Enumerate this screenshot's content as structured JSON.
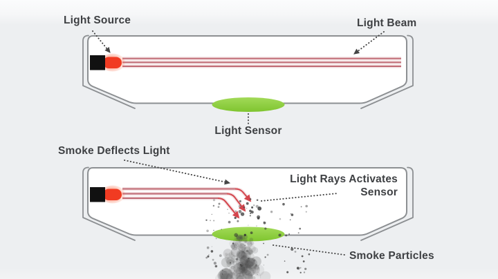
{
  "figure": "smoke-detector-photoelectric-principle",
  "colors": {
    "background": "#edeff1",
    "chamber_fill": "#ffffff",
    "chamber_outline": "#8c8f92",
    "light_beam": "#c06a74",
    "beam_halo": "#f0d9db",
    "deflected_ray": "#d4454d",
    "led_body": "#111111",
    "led_bulb": "#f13b22",
    "led_glow": "#ff5430",
    "sensor_green": "#8bcd3a",
    "label_text": "#3e4043",
    "leader": "#454545",
    "smoke": "#4a4a4a"
  },
  "panels": {
    "top": {
      "labels": {
        "light_source": "Light Source",
        "light_beam": "Light Beam",
        "light_sensor": "Light Sensor"
      }
    },
    "bottom": {
      "labels": {
        "smoke_deflects_light": "Smoke Deflects Light",
        "light_rays_activates_sensor": "Light Rays Activates Sensor",
        "smoke_particles": "Smoke Particles"
      }
    }
  }
}
